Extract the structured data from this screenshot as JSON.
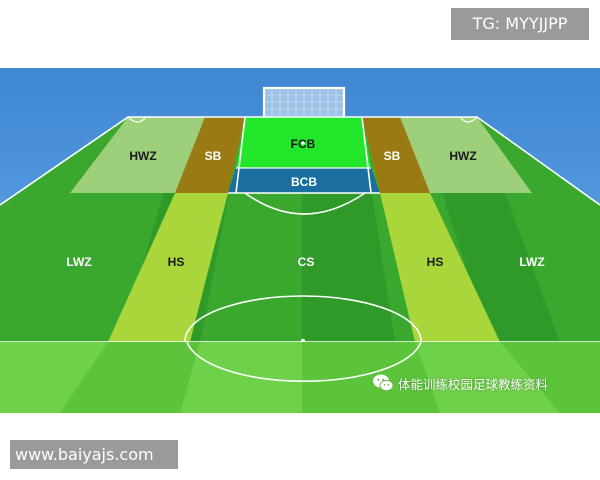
{
  "watermark_top": "TG: MYYJJPP",
  "watermark_bottom": "www.baiyajs.com",
  "watermark_wechat": {
    "icon": "wechat-icon",
    "text": "体能训练校园足球教练资料"
  },
  "zones": {
    "hwz_left": "HWZ",
    "sb_left": "SB",
    "fcb": "FCB",
    "sb_right": "SB",
    "hwz_right": "HWZ",
    "bcb": "BCB",
    "lwz_left": "LWZ",
    "hs_left": "HS",
    "cs": "CS",
    "hs_right": "HS",
    "lwz_right": "LWZ"
  },
  "colors": {
    "sky": "#4a8fd6",
    "grass_light": "#62c23c",
    "grass_dark": "#2f9a2a",
    "hwz_zone": "#9ed07c",
    "sb_zone": "#9a7a12",
    "fcb_zone": "#22e62a",
    "bcb_zone": "#1a6ea0",
    "hs_zone": "#a9d63a",
    "foreground_grass": "#5cc43a"
  }
}
